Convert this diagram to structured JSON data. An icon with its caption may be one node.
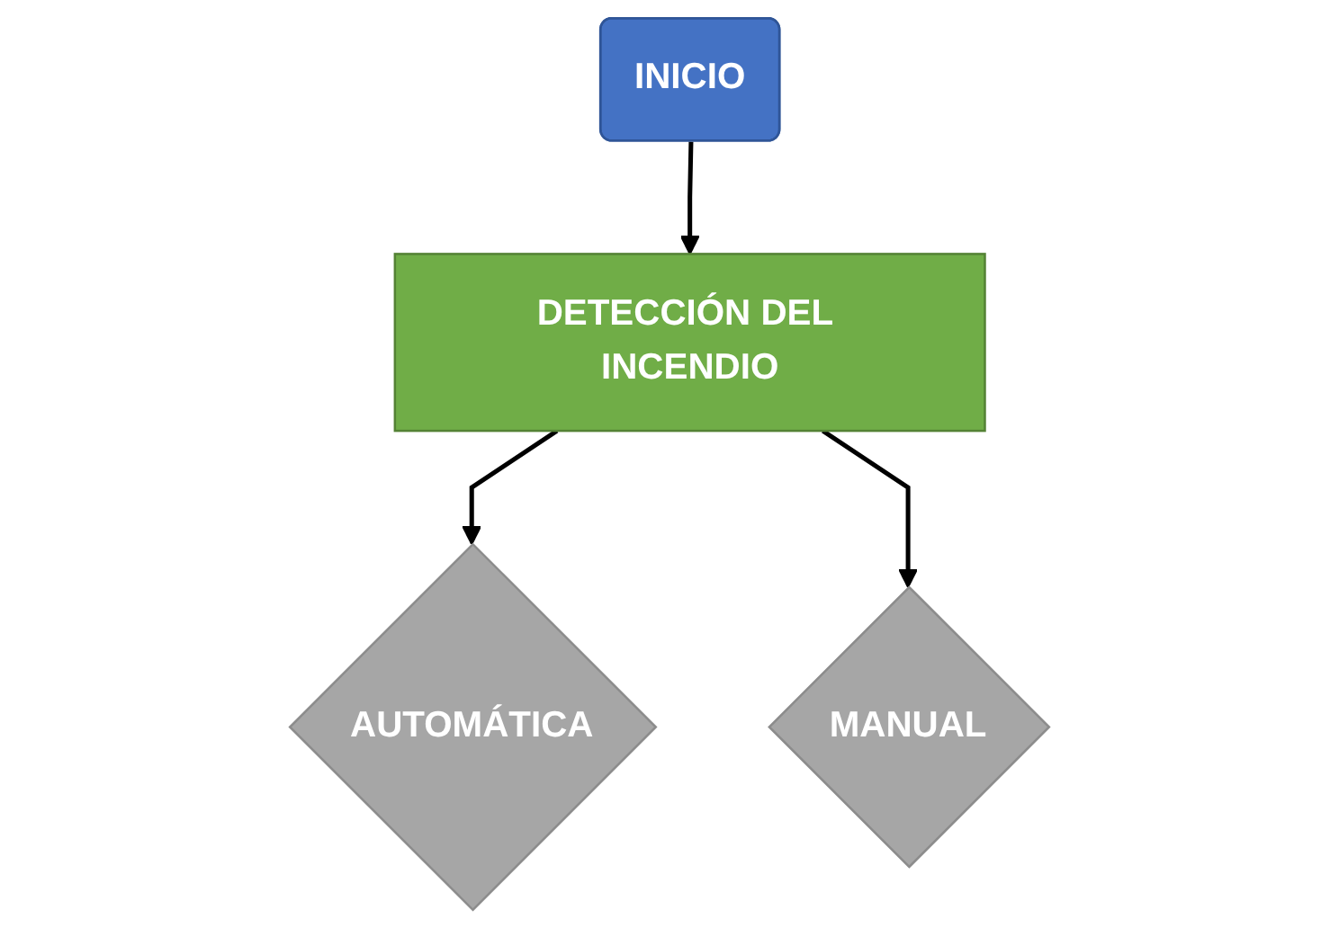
{
  "diagram": {
    "nodes": [
      {
        "text": [
          "INICIO"
        ]
      },
      {
        "text": [
          "DETECCIÓN DEL INCENDIO"
        ]
      },
      {
        "text": [
          "AUTOMÁTICA"
        ]
      },
      {
        "text": [
          "MANUAL"
        ]
      }
    ],
    "edges": [
      {
        "from": 0,
        "to": 1,
        "arrow": "to"
      },
      {
        "from": 1,
        "to": 2,
        "arrow": "to"
      },
      {
        "from": 1,
        "to": 3,
        "arrow": "to"
      }
    ]
  }
}
